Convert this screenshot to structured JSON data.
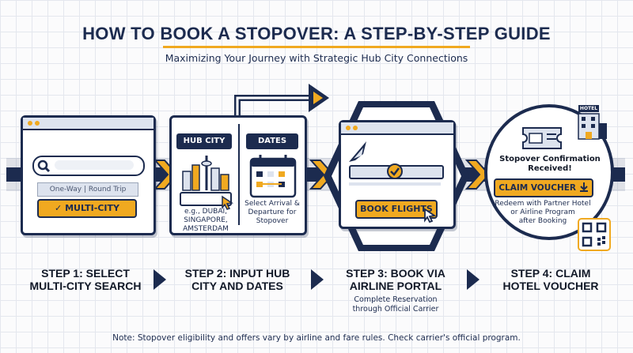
{
  "header": {
    "title": "HOW TO BOOK A STOPOVER: A STEP-BY-STEP GUIDE",
    "subtitle": "Maximizing Your Journey with Strategic Hub City Connections"
  },
  "panel1": {
    "search_placeholder": "",
    "option_one_way": "One-Way",
    "option_separator": "|",
    "option_round_trip": "Round Trip",
    "multi_city_button": "MULTI-CITY",
    "check_glyph": "✓"
  },
  "panel2": {
    "hub_city_label": "HUB CITY",
    "dates_label": "DATES",
    "hub_examples": [
      "e.g., DUBAI,",
      "SINGAPORE,",
      "AMSTERDAM"
    ],
    "dates_caption": [
      "Select Arrival &",
      "Departure for",
      "Stopover"
    ]
  },
  "panel3": {
    "book_button": "BOOK FLIGHTS"
  },
  "panel4": {
    "hotel_sign": "HOTEL",
    "confirmation": [
      "Stopover Confirmation",
      "Received!"
    ],
    "claim_button": "CLAIM VOUCHER",
    "redeem_text": [
      "Redeem with Partner Hotel",
      "or Airline Program",
      "after Booking"
    ]
  },
  "steps": [
    {
      "line1": "STEP 1: SELECT",
      "line2": "MULTI-CITY SEARCH"
    },
    {
      "line1": "STEP 2: INPUT HUB",
      "line2": "CITY AND DATES"
    },
    {
      "line1": "STEP 3: BOOK VIA",
      "line2": "AIRLINE PORTAL",
      "caption1": "Complete Reservation",
      "caption2": "through Official Carrier"
    },
    {
      "line1": "STEP 4: CLAIM",
      "line2": "HOTEL VOUCHER"
    }
  ],
  "footer": {
    "note": "Note: Stopover eligibility and offers vary by airline and fare rules. Check carrier's official program."
  },
  "colors": {
    "navy": "#1c2b4f",
    "gold": "#f0a920",
    "light": "#dde3ee"
  },
  "icons": [
    "search-icon",
    "checkmark-icon",
    "city-skyline-icon",
    "cursor-icon",
    "calendar-icon",
    "airline-logo-icon",
    "cursor-icon",
    "ticket-icon",
    "hotel-building-icon",
    "download-icon",
    "qr-code-icon",
    "chevron-right-icon",
    "loop-arrow-icon"
  ]
}
